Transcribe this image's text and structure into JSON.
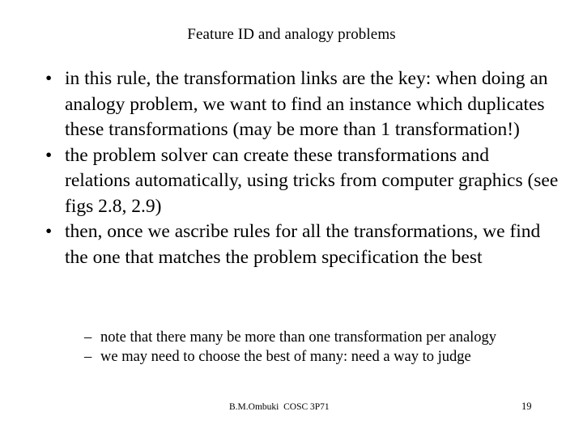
{
  "slide": {
    "title": "Feature ID and analogy problems",
    "background_color": "#ffffff",
    "text_color": "#000000",
    "bullets": [
      {
        "marker": "•",
        "text": "in this rule, the transformation links are the key: when doing an analogy problem, we want to find an instance which duplicates these transformations (may be more than 1 transformation!)"
      },
      {
        "marker": "•",
        "text": "the problem solver can create these transformations and relations automatically, using tricks from computer graphics (see figs 2.8, 2.9)"
      },
      {
        "marker": "•",
        "text": "then, once we ascribe rules for all the transformations, we find the one that matches the problem specification the best"
      }
    ],
    "sub_bullets": [
      {
        "marker": "–",
        "text": "note that there many be more than one transformation per analogy"
      },
      {
        "marker": "–",
        "text": "we may need to choose the best of many: need a way to judge"
      }
    ],
    "footer": {
      "credit": "B.M.Ombuki  COSC 3P71",
      "page_number": "19"
    }
  }
}
